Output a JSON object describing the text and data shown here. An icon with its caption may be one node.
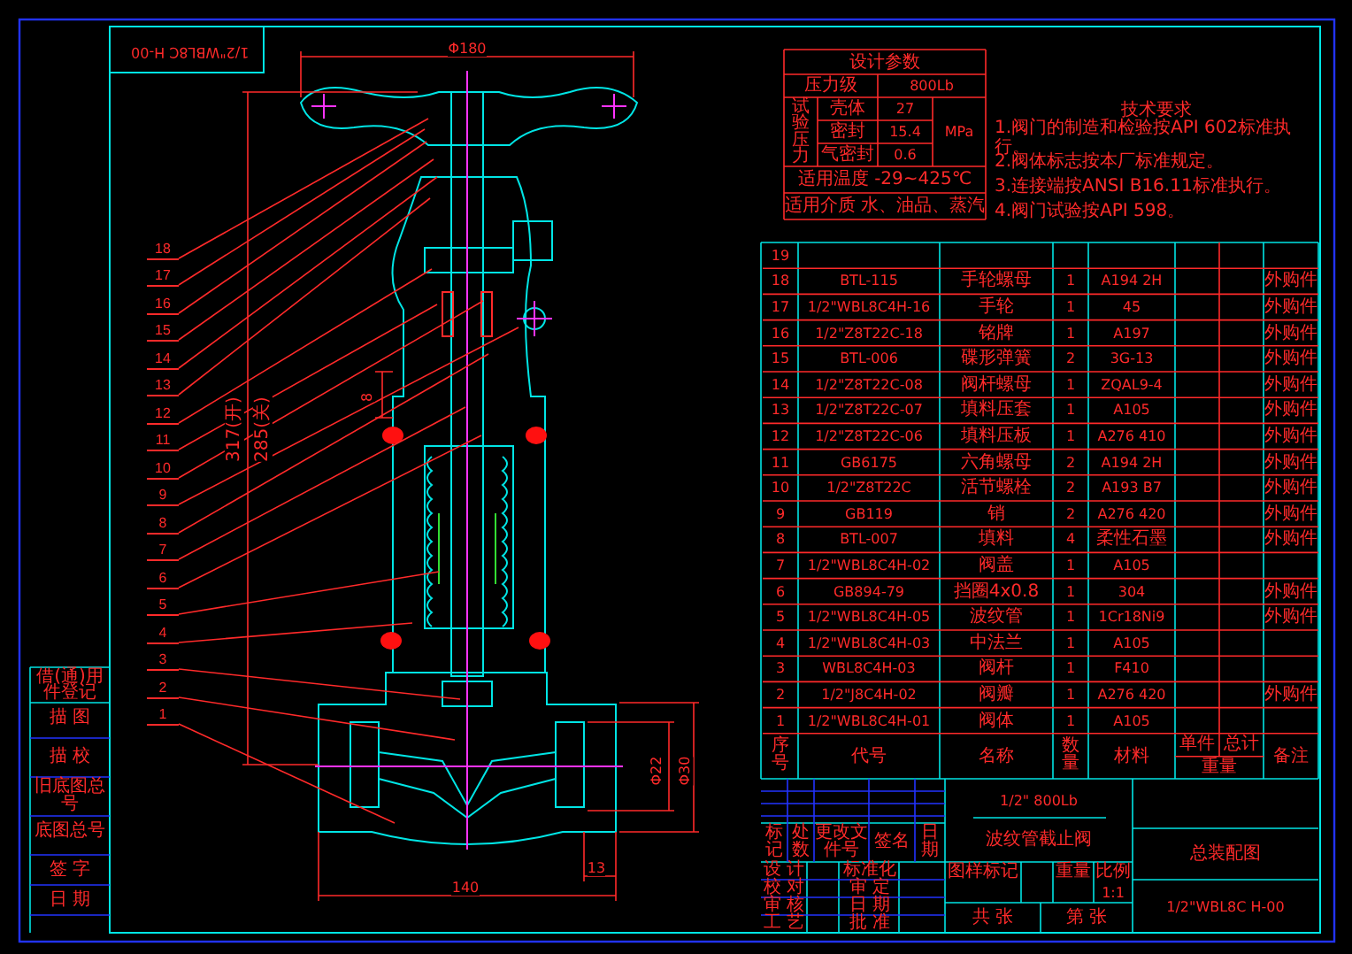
{
  "diagram": {
    "nodes": [
      {
        "text": [
          "18"
        ]
      },
      {
        "text": [
          "17"
        ]
      },
      {
        "text": [
          "16"
        ]
      },
      {
        "text": [
          "15"
        ]
      },
      {
        "text": [
          "14"
        ]
      },
      {
        "text": [
          "13"
        ]
      },
      {
        "text": [
          "12"
        ]
      },
      {
        "text": [
          "11"
        ]
      },
      {
        "text": [
          "10"
        ]
      },
      {
        "text": [
          "9"
        ]
      },
      {
        "text": [
          "8"
        ]
      },
      {
        "text": [
          "7"
        ]
      },
      {
        "text": [
          "6"
        ]
      },
      {
        "text": [
          "5"
        ]
      },
      {
        "text": [
          "4"
        ]
      },
      {
        "text": [
          "3"
        ]
      },
      {
        "text": [
          "2"
        ]
      },
      {
        "text": [
          "1"
        ]
      }
    ],
    "edges": [
      {
        "from": 0,
        "to": null,
        "arrow": "none"
      },
      {
        "from": 1,
        "to": null,
        "arrow": "none"
      },
      {
        "from": 2,
        "to": null,
        "arrow": "none"
      },
      {
        "from": 3,
        "to": null,
        "arrow": "none"
      },
      {
        "from": 4,
        "to": null,
        "arrow": "none"
      },
      {
        "from": 5,
        "to": null,
        "arrow": "none"
      },
      {
        "from": 6,
        "to": null,
        "arrow": "none"
      },
      {
        "from": 7,
        "to": null,
        "arrow": "none"
      },
      {
        "from": 8,
        "to": null,
        "arrow": "none"
      },
      {
        "from": 9,
        "to": null,
        "arrow": "none"
      },
      {
        "from": 10,
        "to": null,
        "arrow": "none"
      },
      {
        "from": 11,
        "to": null,
        "arrow": "none"
      },
      {
        "from": 12,
        "to": null,
        "arrow": "none"
      },
      {
        "from": 13,
        "to": null,
        "arrow": "none"
      },
      {
        "from": 14,
        "to": null,
        "arrow": "none"
      },
      {
        "from": 15,
        "to": null,
        "arrow": "none"
      },
      {
        "from": 16,
        "to": null,
        "arrow": "none"
      },
      {
        "from": 17,
        "to": null,
        "arrow": "none"
      }
    ],
    "labels": [
      "1/2\"WBL8C H-00",
      "Φ180",
      "设计参数",
      "压力级",
      "800Lb",
      "试验压力",
      "壳体",
      "27",
      "密封",
      "15.4",
      "气密封",
      "0.6",
      "MPa",
      "适用温度 -29~425℃",
      "适用介质 水、油品、蒸汽",
      "技术要求",
      "1.阀门的制造和检验按API 602标准执行。",
      "2.阀体标志按本厂标准规定。",
      "3.连接端按ANSI B16.11标准执行。",
      "4.阀门试验按API 598。",
      "317(开)",
      "285(关)",
      "8",
      "Φ22",
      "Φ30",
      "140",
      "13",
      "19",
      "18",
      "BTL-115",
      "手轮螺母",
      "1",
      "A194 2H",
      "外购件",
      "17",
      "1/2\"WBL8C4H-16",
      "手轮",
      "1",
      "45",
      "外购件",
      "16",
      "1/2\"Z8T22C-18",
      "铭牌",
      "1",
      "A197",
      "外购件",
      "15",
      "BTL-006",
      "碟形弹簧",
      "2",
      "3G-13",
      "外购件",
      "14",
      "1/2\"Z8T22C-08",
      "阀杆螺母",
      "1",
      "ZQAL9-4",
      "外购件",
      "13",
      "1/2\"Z8T22C-07",
      "填料压套",
      "1",
      "A105",
      "外购件",
      "12",
      "1/2\"Z8T22C-06",
      "填料压板",
      "1",
      "A276 410",
      "外购件",
      "11",
      "GB6175",
      "六角螺母",
      "2",
      "A194 2H",
      "外购件",
      "10",
      "1/2\"Z8T22C",
      "活节螺栓",
      "2",
      "A193 B7",
      "外购件",
      "9",
      "GB119",
      "销",
      "2",
      "A276 420",
      "外购件",
      "8",
      "BTL-007",
      "填料",
      "4",
      "柔性石墨",
      "外购件",
      "7",
      "1/2\"WBL8C4H-02",
      "阀盖",
      "1",
      "A105",
      "6",
      "GB894-79",
      "挡圈4x0.8",
      "1",
      "304",
      "外购件",
      "5",
      "1/2\"WBL8C4H-05",
      "波纹管",
      "1",
      "1Cr18Ni9",
      "外购件",
      "4",
      "1/2\"WBL8C4H-03",
      "中法兰",
      "1",
      "A105",
      "3",
      "WBL8C4H-03",
      "阀杆",
      "1",
      "F410",
      "2",
      "1/2\"J8C4H-02",
      "阀瓣",
      "1",
      "A276 420",
      "外购件",
      "1",
      "1/2\"WBL8C4H-01",
      "阀体",
      "1",
      "A105",
      "序号",
      "代号",
      "名称",
      "数量",
      "材料",
      "单件",
      "总计",
      "重量",
      "备注",
      "标记",
      "处数",
      "更改文件号",
      "签名",
      "日期",
      "设 计",
      "标准化",
      "校 对",
      "审 定",
      "审 核",
      "日 期",
      "工 艺",
      "批 准",
      "1/2\" 800Lb",
      "波纹管截止阀",
      "图样标记",
      "重量",
      "比例",
      "1:1",
      "共 张",
      "第 张",
      "总装配图",
      "1/2\"WBL8C H-00",
      "借(通)用件登记",
      "描 图",
      "描 校",
      "旧底图总号",
      "底图总号",
      "签 字",
      "日 期"
    ]
  }
}
